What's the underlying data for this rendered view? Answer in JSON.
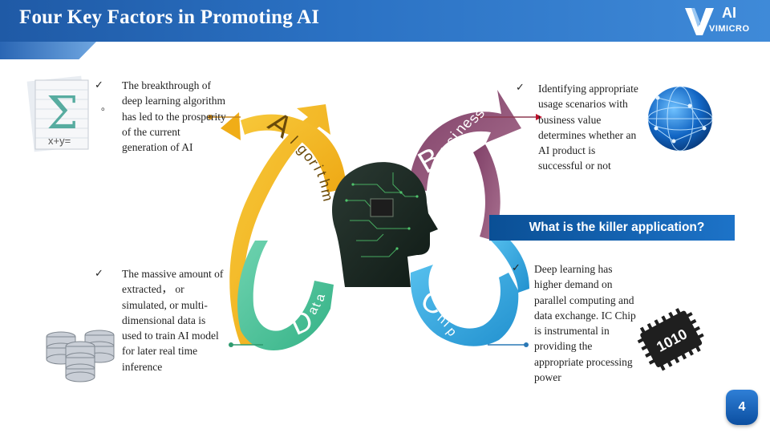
{
  "header": {
    "title": "Four Key Factors in Promoting AI"
  },
  "logo": {
    "ai": "AI",
    "word": "VIMICRO"
  },
  "factors": {
    "algorithm": {
      "initial": "A",
      "rest": [
        "l",
        "g",
        "o",
        "r",
        "i",
        "t",
        "h",
        "m"
      ],
      "lines": [
        "The breakthrough of",
        "deep learning algorithm",
        "has led to the prosperity",
        "of the current",
        "generation of AI"
      ],
      "bullet_extra": "。",
      "color": "#f5b81d"
    },
    "business": {
      "initial": "B",
      "rest": [
        "u",
        "s",
        "i",
        "n",
        "e",
        "s",
        "s"
      ],
      "lines": [
        "Identifying appropriate",
        "usage scenarios with",
        "business value",
        "determines whether an",
        "AI product is",
        "successful or not"
      ],
      "color": "#8d5577"
    },
    "data": {
      "initial": "D",
      "rest": [
        "a",
        "t",
        "a"
      ],
      "lines": [
        "The massive amount of",
        "extracted， or",
        "simulated, or multi-",
        "dimensional  data is",
        "used to train AI model",
        "for later real time",
        "inference"
      ],
      "color": "#4cc39c"
    },
    "chip": {
      "initial": "C",
      "rest": [
        "h",
        "i",
        "p"
      ],
      "lines": [
        "Deep learning has",
        "higher demand on",
        "parallel computing and",
        "data exchange. IC Chip",
        "is instrumental in",
        "providing the",
        "appropriate processing",
        "power"
      ],
      "color": "#33a7de"
    }
  },
  "killer_question": "What is the killer application?",
  "chip_icon_text": "1010",
  "formula_text": "x+y=",
  "page_number": "4"
}
